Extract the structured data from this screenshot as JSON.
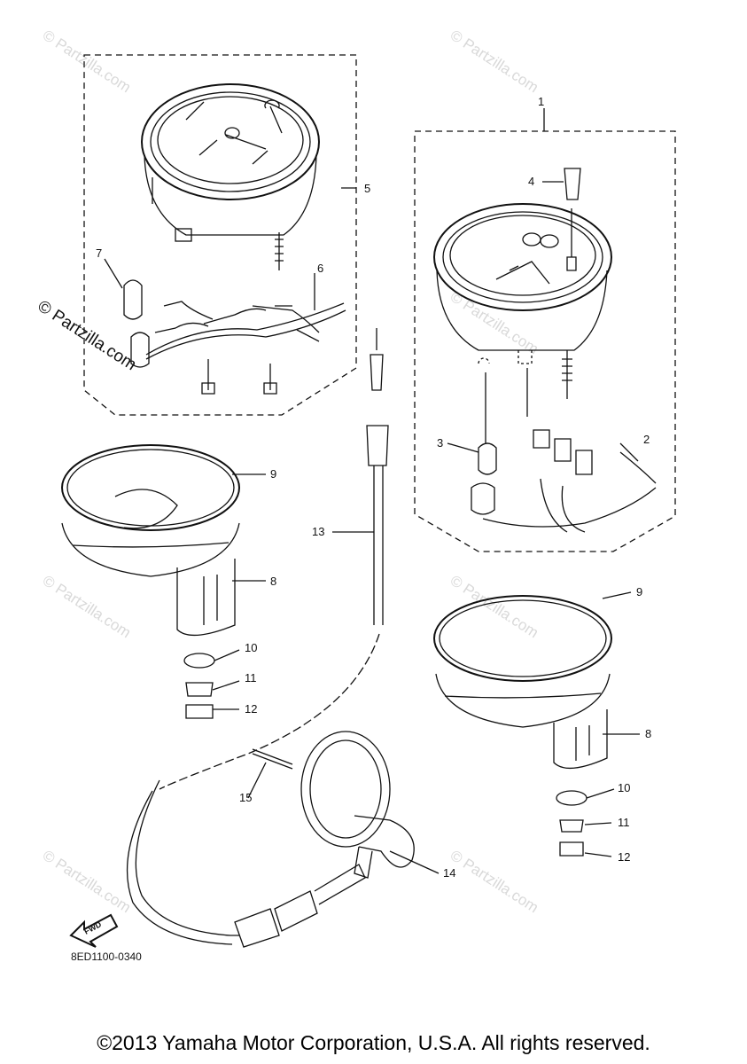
{
  "watermark_text": "© Partzilla.com",
  "callouts": [
    "1",
    "2",
    "3",
    "4",
    "5",
    "6",
    "7",
    "8",
    "9",
    "10",
    "11",
    "12",
    "13",
    "14",
    "15"
  ],
  "fwd_label": "FWD",
  "diagram_code": "8ED1100-0340",
  "copyright": "©2013 Yamaha Motor Corporation, U.S.A. All rights reserved."
}
